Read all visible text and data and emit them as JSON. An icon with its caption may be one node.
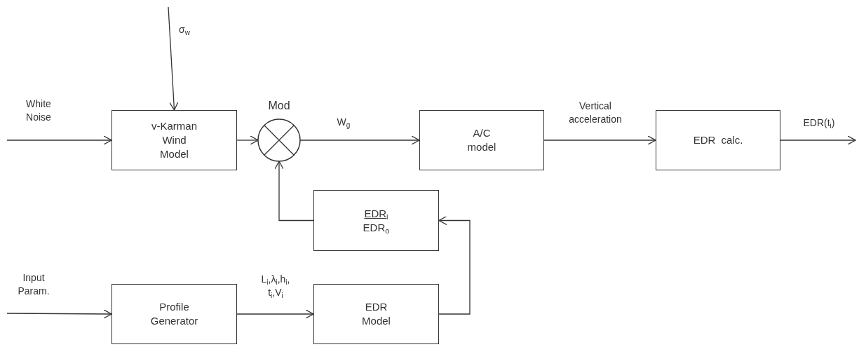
{
  "diagram": {
    "nodes": [
      {
        "text": [
          "v-Karman Wind Model"
        ]
      },
      {
        "text": [
          "Mod"
        ]
      },
      {
        "text": [
          "A/C model"
        ]
      },
      {
        "text": [
          "EDR calc."
        ]
      },
      {
        "text": [
          "EDR$_{i}$",
          "EDR$_{o}$"
        ]
      },
      {
        "text": [
          "Profile Generator"
        ]
      },
      {
        "text": [
          "EDR Model"
        ]
      }
    ],
    "edges": [
      {
        "from": null,
        "to": 0,
        "arrow": "to",
        "label": "White Noise"
      },
      {
        "from": null,
        "to": 0,
        "arrow": "to",
        "label": "σ$_{w}$"
      },
      {
        "from": 0,
        "to": 1,
        "arrow": "to"
      },
      {
        "from": 1,
        "to": 2,
        "arrow": "to",
        "label": "W$_{g}$"
      },
      {
        "from": 2,
        "to": 3,
        "arrow": "to",
        "label": "Vertical acceleration"
      },
      {
        "from": 3,
        "to": null,
        "arrow": "to",
        "label": "EDR(t$_{i}$)"
      },
      {
        "from": 4,
        "to": 1,
        "arrow": "to"
      },
      {
        "from": null,
        "to": 5,
        "arrow": "to",
        "label": "Input Param."
      },
      {
        "from": 5,
        "to": 6,
        "arrow": "to",
        "label": "L$_{i}$,λ$_{i}$,h$_{i}$, t$_{i}$,V$_{i}$"
      },
      {
        "from": 6,
        "to": 4,
        "arrow": "to"
      }
    ]
  }
}
